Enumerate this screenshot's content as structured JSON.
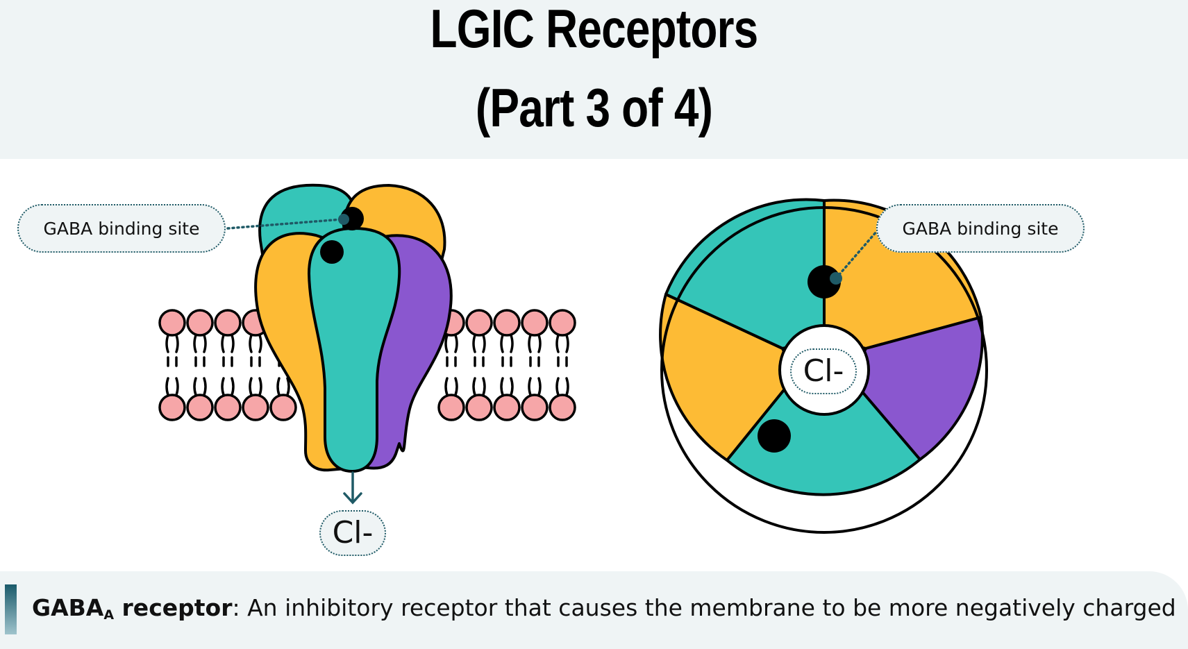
{
  "header": {
    "title_line1": "LGIC Receptors",
    "title_line2": "(Part 3 of 4)"
  },
  "diagram": {
    "side_view": {
      "binding_site_label": "GABA binding site",
      "ion_label": "Cl-"
    },
    "top_view": {
      "binding_site_label": "GABA binding site",
      "ion_label": "Cl-"
    }
  },
  "caption": {
    "term": "GABA",
    "term_subscript": "A",
    "term_suffix": " receptor",
    "description": ": An inhibitory receptor that causes the membrane to be more negatively charged"
  },
  "colors": {
    "teal": "#35c5b8",
    "yellow": "#fdbb35",
    "purple": "#8a57cf",
    "lipid_head": "#f6a6a8",
    "pointer": "#1f5a66",
    "header_bg": "#eff4f5"
  },
  "icons": [
    "lipid-bilayer",
    "receptor-subunit",
    "binding-site-dot",
    "down-arrow-icon"
  ]
}
